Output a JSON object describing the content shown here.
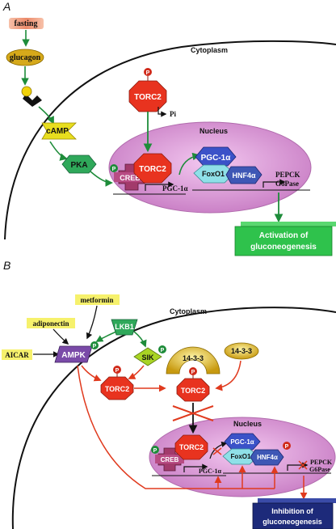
{
  "panel_a": {
    "label": "A",
    "fasting": "fasting",
    "glucagon": "glucagon",
    "camp": "cAMP",
    "pka": "PKA",
    "cytoplasm": "Cytoplasm",
    "torc2": "TORC2",
    "pi": "Pi",
    "nucleus": "Nucleus",
    "creb": "CREB",
    "pgc_1a_gene": "PGC-1α",
    "pgc_1a": "PGC-1α",
    "foxo1": "FoxO1",
    "hnf4a": "HNF4α",
    "pepck": "PEPCK",
    "g6pase": "G6Pase",
    "result_line1": "Activation of",
    "result_line2": "gluconeogenesis"
  },
  "panel_b": {
    "label": "B",
    "metformin": "metformin",
    "adiponectin": "adiponectin",
    "aicar": "AICAR",
    "ampk": "AMPK",
    "lkb1": "LKB1",
    "sik": "SIK",
    "cytoplasm": "Cytoplasm",
    "protein_1433": "14-3-3",
    "complex_1433": "14-3-3",
    "torc2_free": "TORC2",
    "torc2_bound": "TORC2",
    "nucleus": "Nucleus",
    "torc2_nuc": "TORC2",
    "creb": "CREB",
    "pgc_1a_gene": "PGC-1α",
    "pgc_1a": "PGC-1α",
    "foxo1": "FoxO1",
    "hnf4a": "HNF4α",
    "pepck": "PEPCK",
    "g6pase": "G6Pase",
    "result_line1": "Inhibition of",
    "result_line2": "gluconeogenesis"
  },
  "phospho": "P",
  "colors": {
    "activation_arrow": "#1e8c3a",
    "inhibition_arrow": "#e03a1e",
    "nucleus": "#d98fd6",
    "torc2": "#e8331f",
    "creb": "#a23a6b",
    "pgc": "#3b52c8",
    "foxo": "#8fe0e8",
    "hnf": "#3e57b5",
    "ampk": "#7a4aa8",
    "pka": "#2fa85a",
    "glucagon": "#d6a91a",
    "fasting": "#ec8a6a",
    "activation_box": "#2fc24c",
    "inhibition_box": "#1d2a7a",
    "label_yellow": "#f6f16c"
  }
}
